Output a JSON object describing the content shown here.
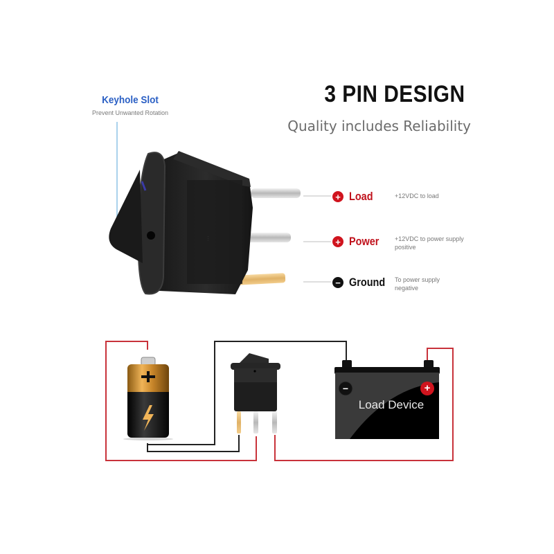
{
  "header": {
    "title": "3 PIN DESIGN",
    "subtitle": "Quality includes Reliability"
  },
  "callout": {
    "title": "Keyhole Slot",
    "description": "Prevent Unwanted Rotation",
    "color": "#2a5fc4"
  },
  "pins": [
    {
      "name": "Load",
      "sign": "+",
      "badge_color": "#d0141e",
      "label_color": "#c0121c",
      "description": "+12VDC to load"
    },
    {
      "name": "Power",
      "sign": "+",
      "badge_color": "#d0141e",
      "label_color": "#c0121c",
      "description": "+12VDC to power supply positive"
    },
    {
      "name": "Ground",
      "sign": "−",
      "badge_color": "#111111",
      "label_color": "#111111",
      "description": "To power supply negative"
    }
  ],
  "wiring_diagram": {
    "components": [
      "battery",
      "rocker-switch",
      "load-device"
    ],
    "load_device_label": "Load Device",
    "load_negative_sign": "−",
    "load_positive_sign": "+",
    "wire_colors": {
      "positive": "#c8323a",
      "negative": "#222222"
    }
  }
}
